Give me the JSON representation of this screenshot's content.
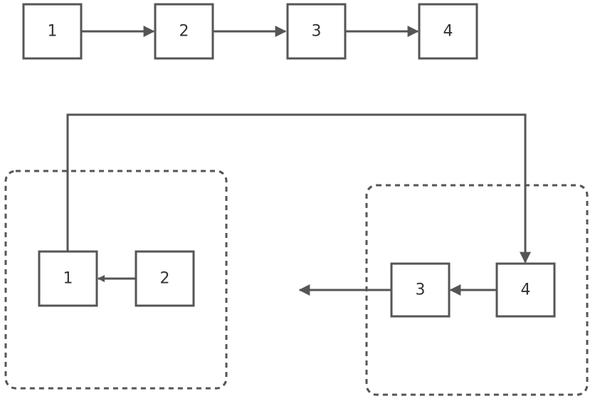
{
  "colors": {
    "stroke": "#555555",
    "text": "#333333",
    "background": "#ffffff"
  },
  "top_row": {
    "nodes": [
      {
        "label": "1"
      },
      {
        "label": "2"
      },
      {
        "label": "3"
      },
      {
        "label": "4"
      }
    ]
  },
  "left_group": {
    "nodes": [
      {
        "label": "1"
      },
      {
        "label": "2"
      }
    ]
  },
  "right_group": {
    "nodes": [
      {
        "label": "3"
      },
      {
        "label": "4"
      }
    ]
  }
}
